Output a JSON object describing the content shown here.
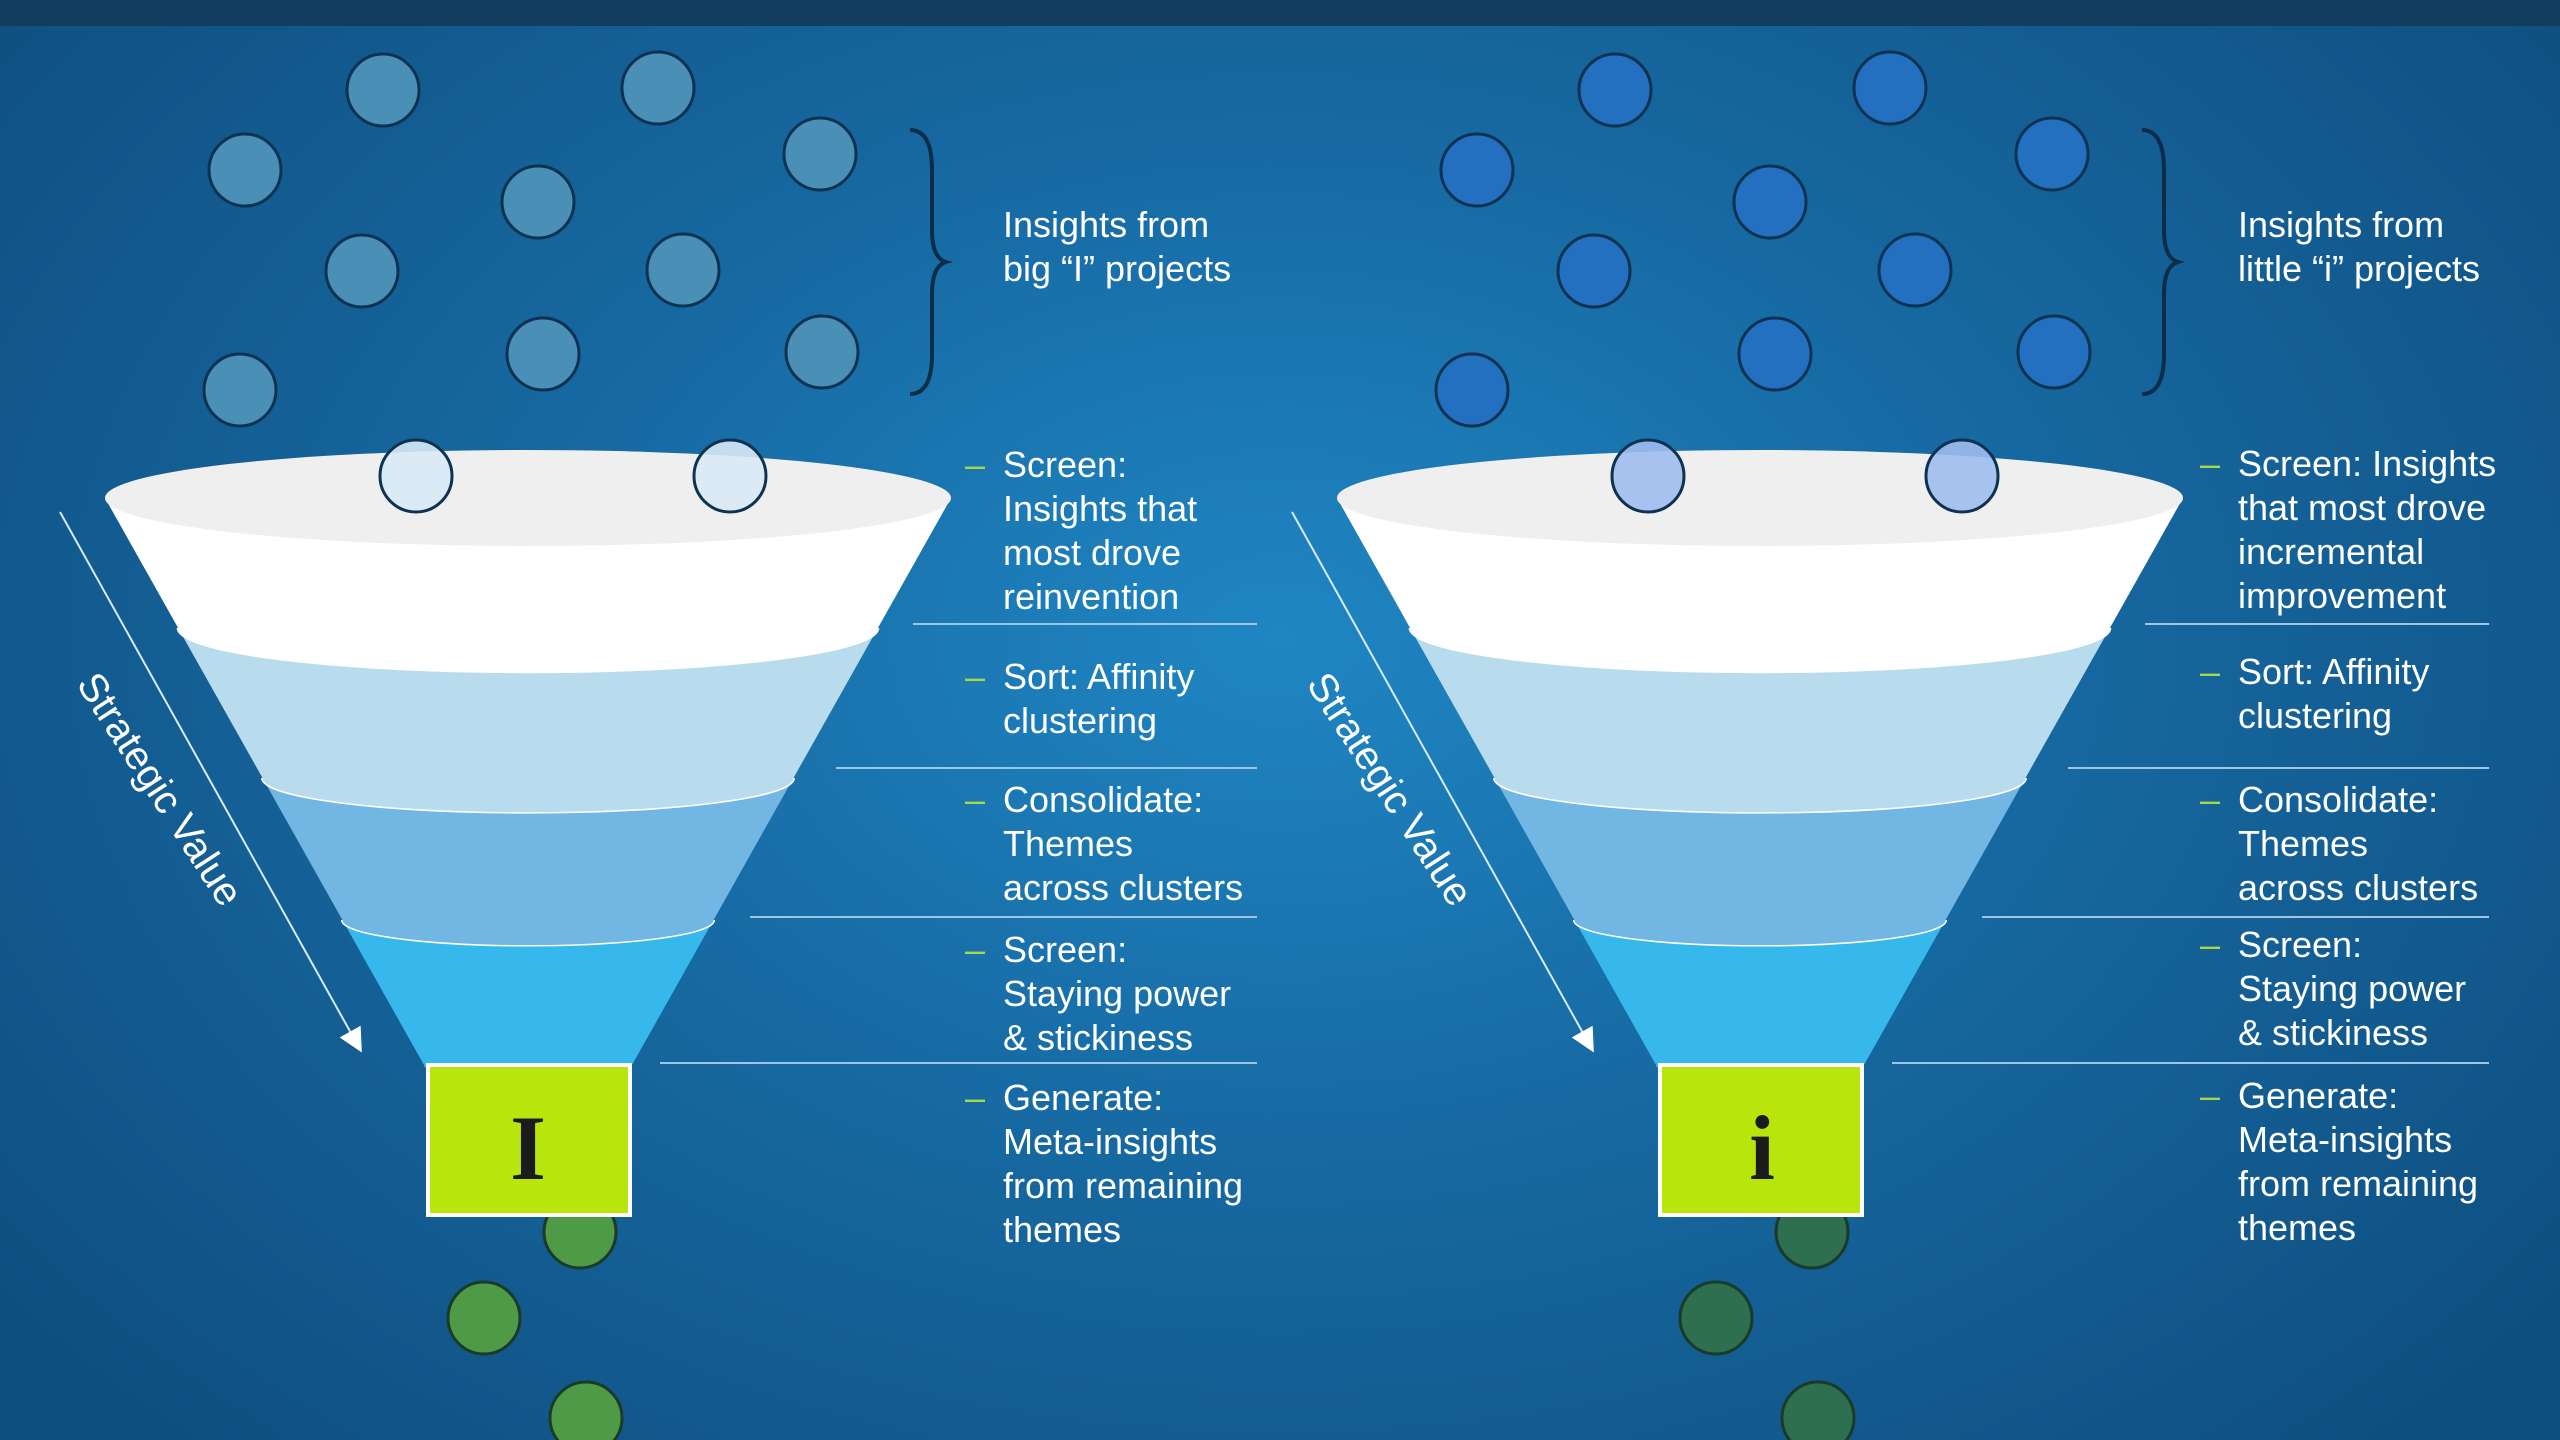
{
  "funnels": [
    {
      "group_label": "Insights from\nbig “I” projects",
      "axis_label": "Strategic Value",
      "spout_letter": "I",
      "stages": [
        "Screen:\nInsights that\nmost drove\nreinvention",
        "Sort: Affinity\nclustering",
        "Consolidate:\nThemes\nacross clusters",
        "Screen:\nStaying power\n& stickiness",
        "Generate:\nMeta-insights\nfrom remaining\nthemes"
      ]
    },
    {
      "group_label": "Insights from\nlittle “i” projects",
      "axis_label": "Strategic Value",
      "spout_letter": "i",
      "stages": [
        "Screen: Insights\nthat most drove\nincremental\nimprovement",
        "Sort: Affinity\nclustering",
        "Consolidate:\nThemes\nacross clusters",
        "Screen:\nStaying power\n& stickiness",
        "Generate:\nMeta-insights\nfrom remaining\nthemes"
      ]
    }
  ],
  "stage_bullet": "–",
  "colors": {
    "background": "#176aa3",
    "top_bar": "#123d5e",
    "funnel_bands": [
      "#ffffff",
      "#b9dbee",
      "#72b7e3",
      "#36b8ed"
    ],
    "spout": "#b7e50c",
    "bullet_dash": "#a8d84a",
    "left_dots": "#4a8fb6",
    "right_dots": "#2470c0",
    "left_output_dots": "#4f9a47",
    "right_output_dots": "#2d6f4e"
  }
}
